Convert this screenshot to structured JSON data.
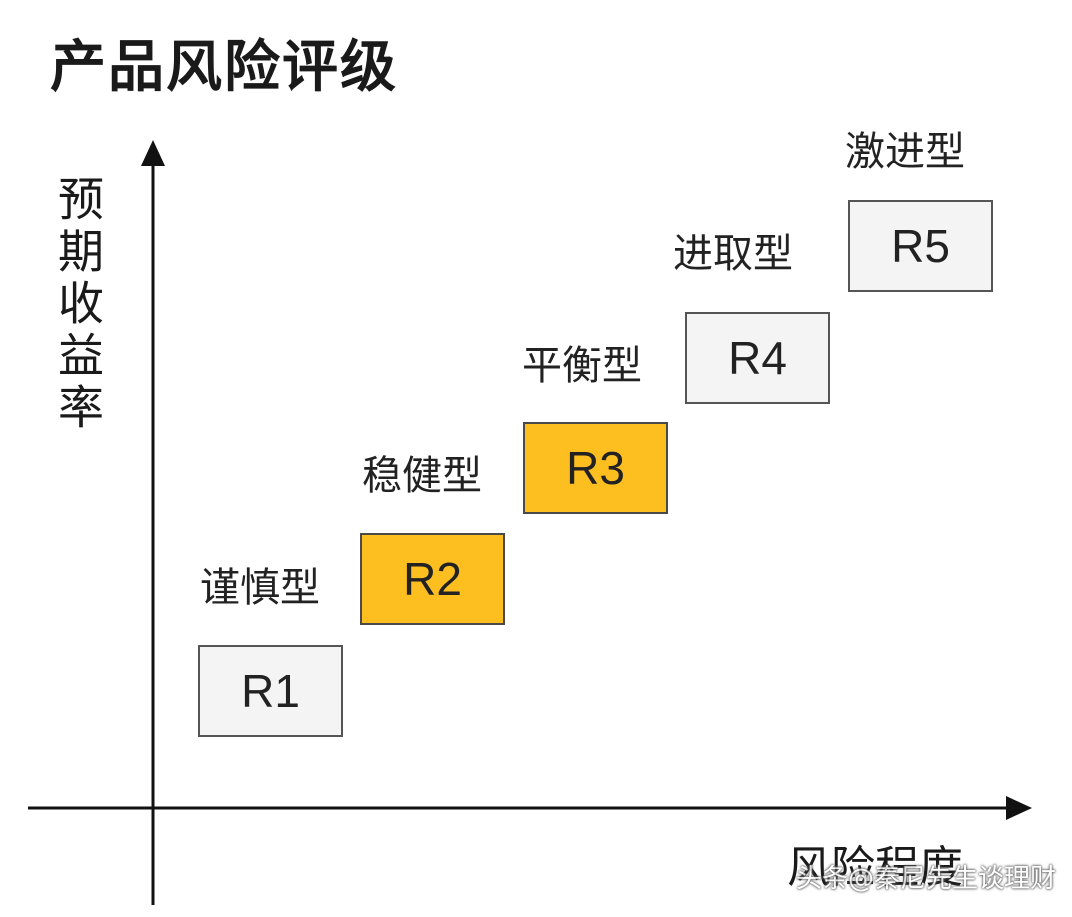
{
  "title": "产品风险评级",
  "y_axis_label": "预期收益率",
  "x_axis_label": "风险程度",
  "levels": [
    {
      "code": "R1",
      "type": "",
      "highlighted": false
    },
    {
      "code": "R2",
      "type": "谨慎型",
      "highlighted": true
    },
    {
      "code": "R3",
      "type": "稳健型",
      "highlighted": true
    },
    {
      "code": "R4",
      "type": "平衡型",
      "highlighted": false
    },
    {
      "code": "R5",
      "type": "进取型",
      "highlighted": false
    }
  ],
  "top_label": "激进型",
  "watermark": "头条@秦尼先生谈理财",
  "colors": {
    "highlight": "#fdbf1f",
    "box_default": "#f4f4f4",
    "box_border": "#555555",
    "axis": "#111111"
  }
}
